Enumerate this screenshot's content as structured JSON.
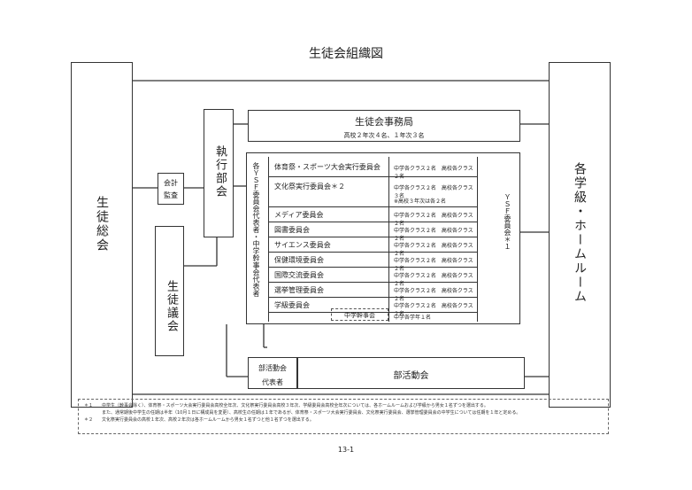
{
  "title": "生徒会組織図",
  "general_assembly": "生徒総会",
  "homeroom": "各学級・ホームルーム",
  "audit": {
    "line1": "会計",
    "line2": "監査"
  },
  "executive": "執行部会",
  "council": "生徒議会",
  "office": {
    "name": "生徒会事務局",
    "members": "高校２年次４名、１年次３名"
  },
  "ysf_reps": "各ＹＳＦ委員会代表者・中学幹事会代表者",
  "ysf_committee": "ＹＳＦ委員会＊１",
  "committees": [
    {
      "name": "体育祭・スポーツ大会実行委員会",
      "members": "中学各クラス２名　高校各クラス２名"
    },
    {
      "name": "文化祭実行委員会＊２",
      "members": "中学各クラス２名　高校各クラス３名",
      "extra": "※高校３年次は各２名"
    },
    {
      "name": "メディア委員会",
      "members": "中学各クラス２名　高校各クラス２名"
    },
    {
      "name": "図書委員会",
      "members": "中学各クラス２名　高校各クラス２名"
    },
    {
      "name": "サイエンス委員会",
      "members": "中学各クラス２名　高校各クラス２名"
    },
    {
      "name": "保健環境委員会",
      "members": "中学各クラス２名　高校各クラス２名"
    },
    {
      "name": "国際交流委員会",
      "members": "中学各クラス２名　高校各クラス２名"
    },
    {
      "name": "選挙管理委員会",
      "members": "中学各クラス２名　高校各クラス２名"
    },
    {
      "name": "学級委員会",
      "members": "中学各クラス２名　高校各クラス２名"
    }
  ],
  "junior_board": {
    "name": "中学幹事会",
    "members": "中学各学年１名"
  },
  "club_reps": {
    "line1": "部活動会",
    "line2": "代表者"
  },
  "club_council": "部活動会",
  "footnotes": [
    {
      "mark": "＊１",
      "text": "中学生（幹事会除く）、体育祭・スポーツ大会実行委員会高校全年次、文化祭実行委員会高校３年次、学級委員会高校全年次については、各ホームルームおよび学級から男女１名ずつを選出する。"
    },
    {
      "mark": "",
      "text": "また、通常期後中学生の任期は半年（10月１日に構成員を変更）、高校生の任期は１年であるが、体育祭・スポーツ大会実行委員会、文化祭実行委員会、選挙管理委員会の中学生については任期を１年と定める。"
    },
    {
      "mark": "＊２",
      "text": "文化祭実行委員会の高校１年次、高校２年次は各ホームルームから男女１名ずつと他１名ずつを選出する。"
    }
  ],
  "page_number": "13-1"
}
